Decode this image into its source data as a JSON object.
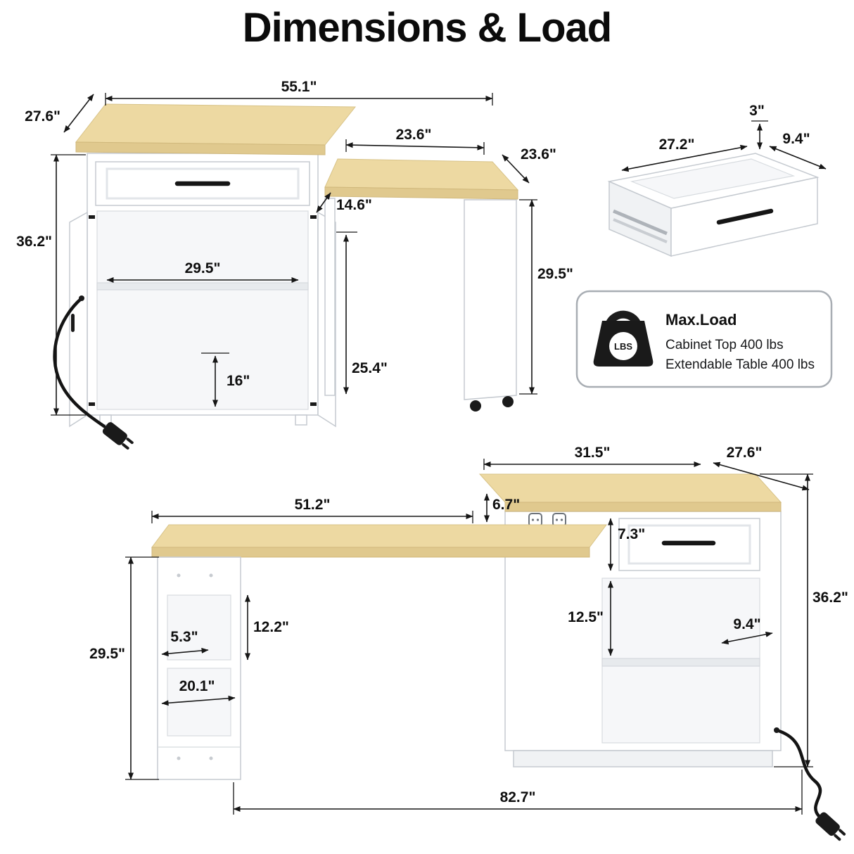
{
  "title": "Dimensions & Load",
  "load_badge": {
    "icon_label": "LBS",
    "heading": "Max.Load",
    "line1": "Cabinet Top 400 lbs",
    "line2": "Extendable Table 400 lbs"
  },
  "top_left": {
    "dims": {
      "overall_width": "55.1\"",
      "top_depth": "27.6\"",
      "table_top_width": "23.6\"",
      "table_top_depth": "23.6\"",
      "gap_height": "14.6\"",
      "cabinet_height": "36.2\"",
      "inner_width": "29.5\"",
      "shelf_height": "16\"",
      "under_table_clearance": "25.4\"",
      "table_height": "29.5\""
    }
  },
  "drawer": {
    "dims": {
      "lip_height": "3\"",
      "width": "27.2\"",
      "depth": "9.4\""
    }
  },
  "bottom": {
    "dims": {
      "cabinet_top_width": "31.5\"",
      "cabinet_top_depth": "27.6\"",
      "top_drop": "6.7\"",
      "drawer_height": "7.3\"",
      "table_length": "51.2\"",
      "leg_opening_height": "12.2\"",
      "leg_shelf_depth": "5.3\"",
      "leg_shelf_width": "20.1\"",
      "table_height": "29.5\"",
      "shelf_opening_height": "12.5\"",
      "shelf_depth": "9.4\"",
      "cabinet_height": "36.2\"",
      "overall_length": "82.7\""
    }
  }
}
